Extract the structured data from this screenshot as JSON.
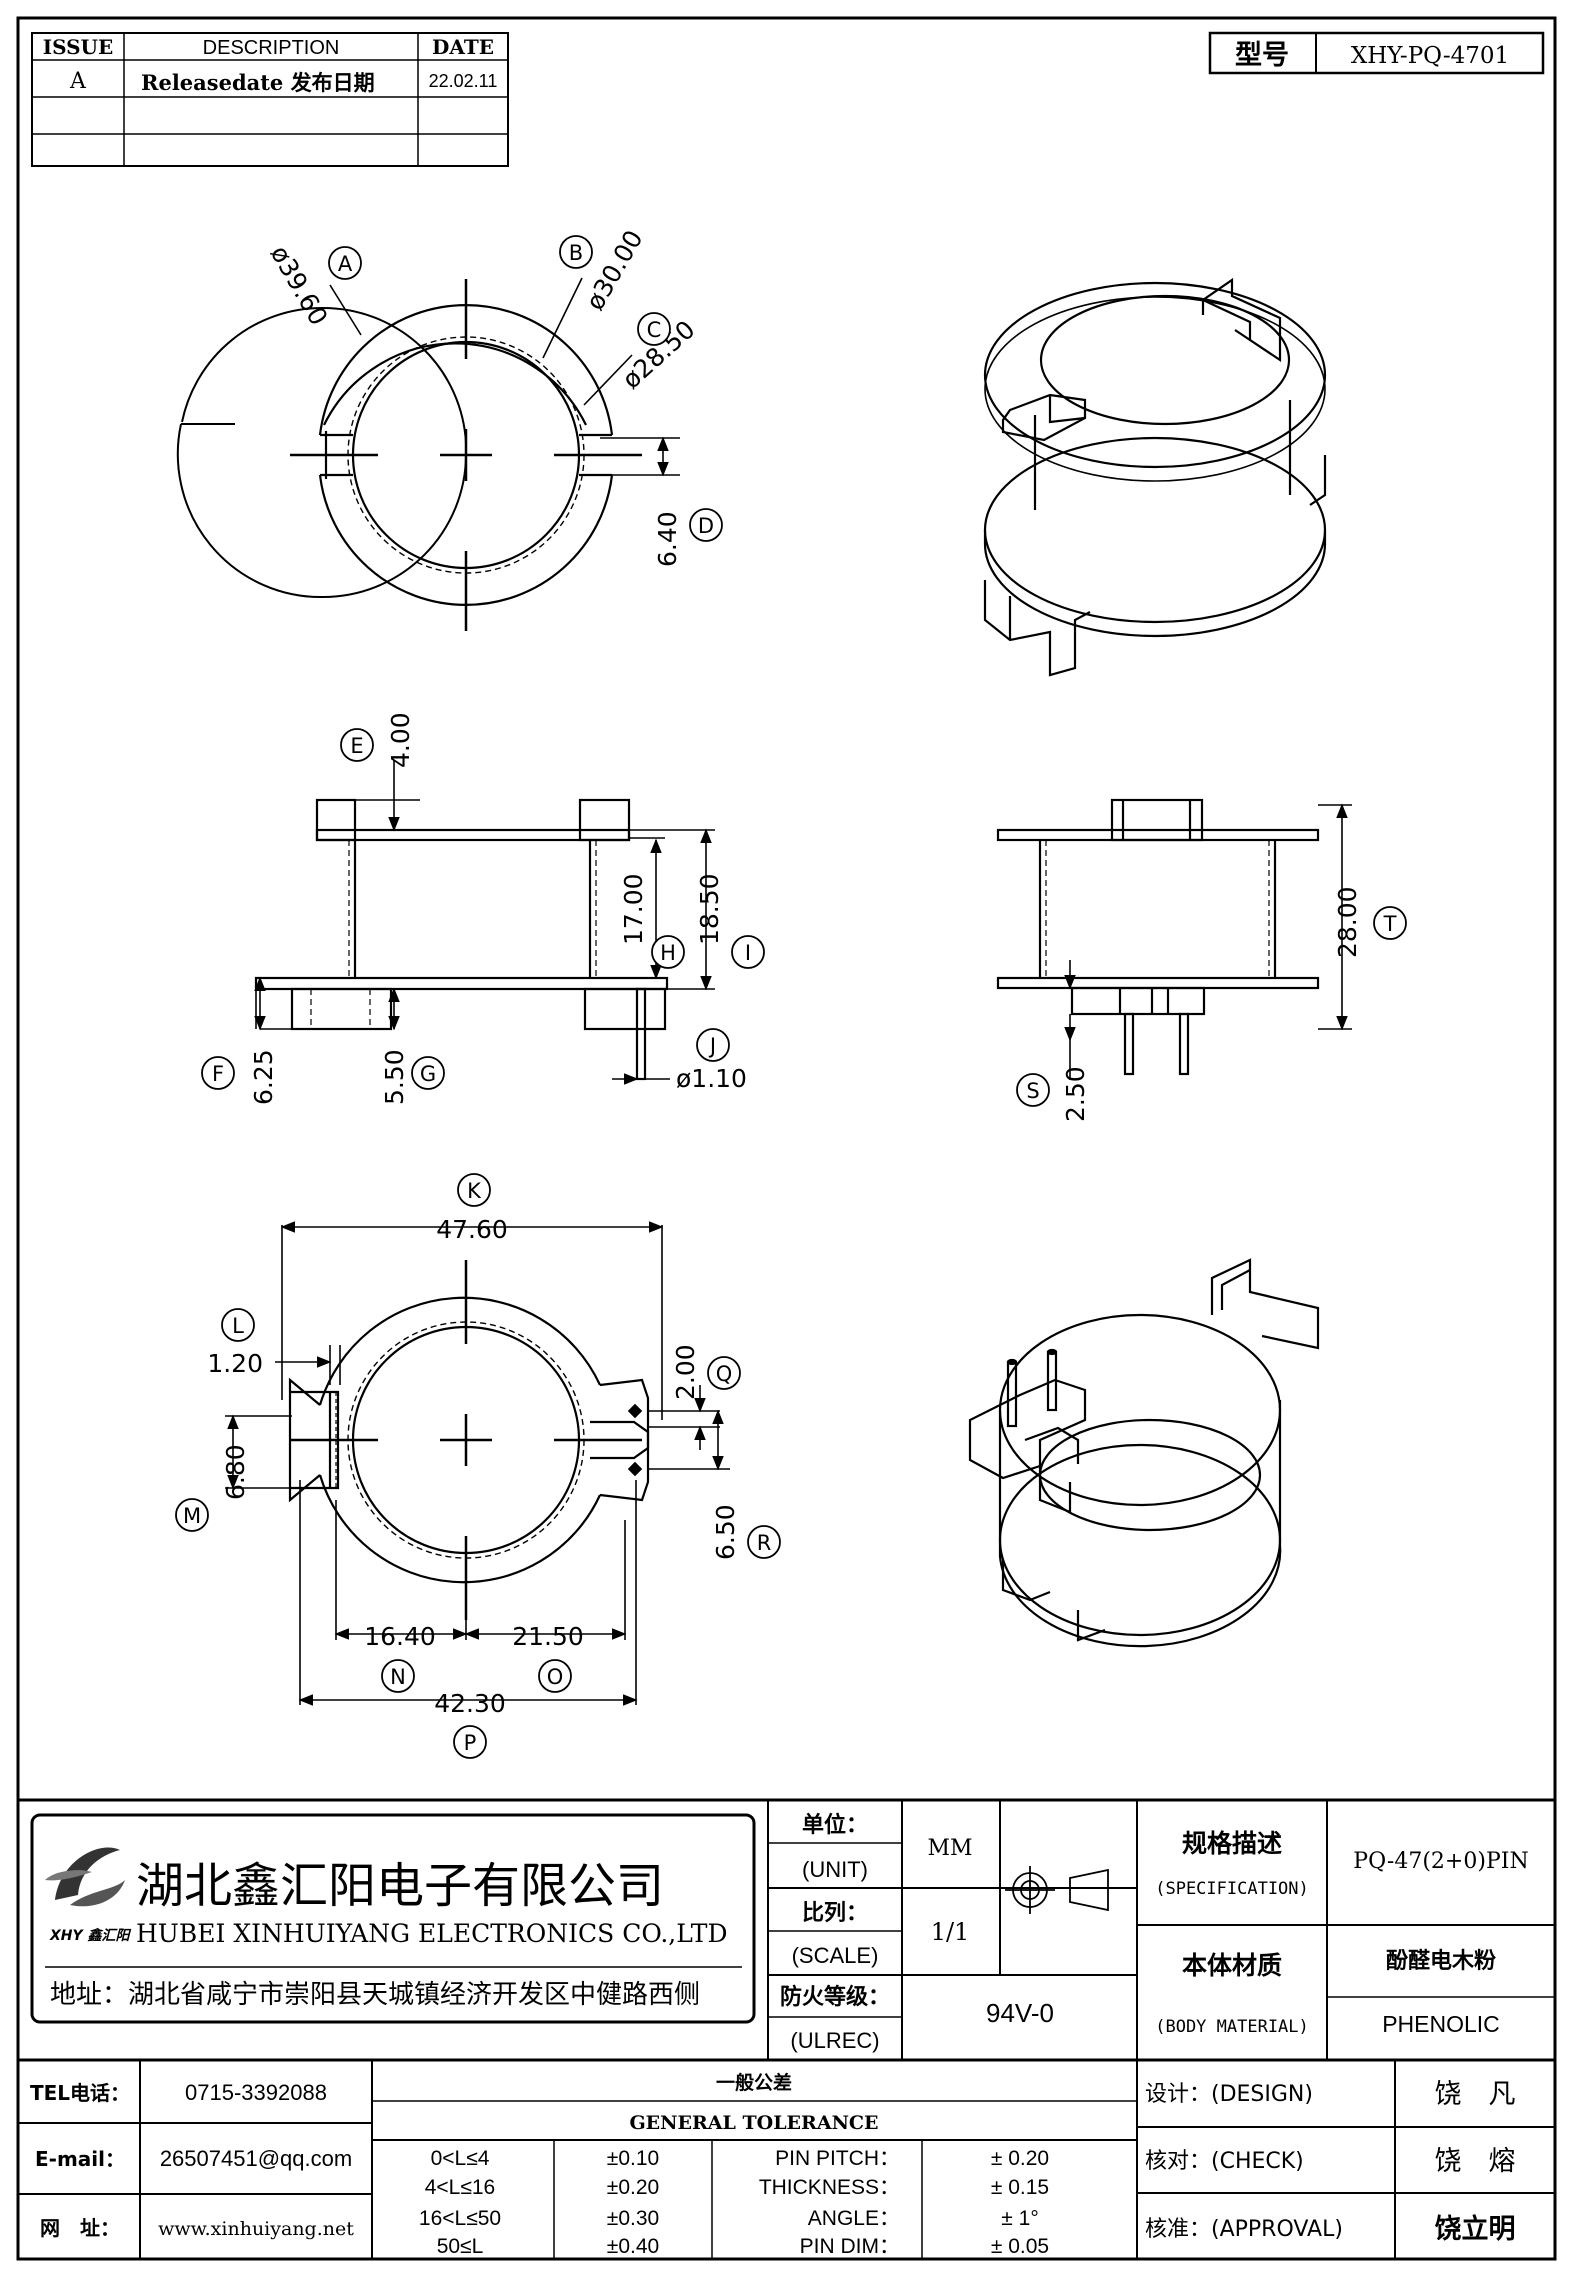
{
  "revision_table": {
    "headers": {
      "issue": "ISSUE",
      "description": "DESCRIPTION",
      "date": "DATE"
    },
    "rows": [
      {
        "issue": "A",
        "description": "Releasedate 发布日期",
        "date": "22.02.11"
      }
    ]
  },
  "model": {
    "label": "型号",
    "value": "XHY-PQ-4701"
  },
  "dimensions": {
    "A": "ø39.60",
    "B": "ø30.00",
    "C": "ø28.50",
    "D": "6.40",
    "E": "4.00",
    "F": "6.25",
    "G": "5.50",
    "H": "17.00",
    "I": "18.50",
    "J": "ø1.10",
    "K": "47.60",
    "L": "1.20",
    "M": "6.80",
    "N": "16.40",
    "O": "21.50",
    "P": "42.30",
    "Q": "2.00",
    "R": "6.50",
    "S": "2.50",
    "T": "28.00"
  },
  "markers": {
    "A": "A",
    "B": "B",
    "C": "C",
    "D": "D",
    "E": "E",
    "F": "F",
    "G": "G",
    "H": "H",
    "I": "I",
    "J": "J",
    "K": "K",
    "L": "L",
    "M": "M",
    "N": "N",
    "O": "O",
    "P": "P",
    "Q": "Q",
    "R": "R",
    "S": "S",
    "T": "T"
  },
  "title_block": {
    "company_cn": "湖北鑫汇阳电子有限公司",
    "company_en": "HUBEI XINHUIYANG ELECTRONICS CO.,LTD",
    "logo_text": "XHY 鑫汇阳",
    "address": "地址：湖北省咸宁市崇阳县天城镇经济开发区中健路西侧",
    "unit_cn": "单位：",
    "unit_en": "(UNIT)",
    "unit_value": "MM",
    "scale_cn": "比列：",
    "scale_en": "(SCALE)",
    "scale_value": "1/1",
    "fire_cn": "防火等级：",
    "fire_en": "(ULREC)",
    "fire_value": "94V-0",
    "spec_cn": "规格描述",
    "spec_en": "(SPECIFICATION)",
    "spec_value": "PQ-47(2+0)PIN",
    "material_cn": "本体材质",
    "material_en": "(BODY MATERIAL)",
    "material_value_cn": "酚醛电木粉",
    "material_value_en": "PHENOLIC"
  },
  "contact": {
    "tel_label": "TEL电话：",
    "tel": "0715-3392088",
    "email_label": "E-mail：",
    "email": "26507451@qq.com",
    "web_label": "网　址：",
    "web": "www.xinhuiyang.net"
  },
  "tolerance": {
    "title_cn": "一般公差",
    "title_en": "GENERAL TOLERANCE",
    "ranges": [
      {
        "range": "0<L≤4",
        "value": "±0.10"
      },
      {
        "range": "4<L≤16",
        "value": "±0.20"
      },
      {
        "range": "16<L≤50",
        "value": "±0.30"
      },
      {
        "range": "50≤L",
        "value": "±0.40"
      }
    ],
    "items": [
      {
        "label": "PIN PITCH：",
        "value": "± 0.20"
      },
      {
        "label": "THICKNESS：",
        "value": "± 0.15"
      },
      {
        "label": "ANGLE：",
        "value": "± 1°"
      },
      {
        "label": "PIN DIM：",
        "value": "± 0.05"
      }
    ]
  },
  "approvals": [
    {
      "label": "设计：(DESIGN)",
      "name": "饶　凡"
    },
    {
      "label": "核对：(CHECK)",
      "name": "饶　熔"
    },
    {
      "label": "核准：(APPROVAL)",
      "name": "饶立明"
    }
  ]
}
